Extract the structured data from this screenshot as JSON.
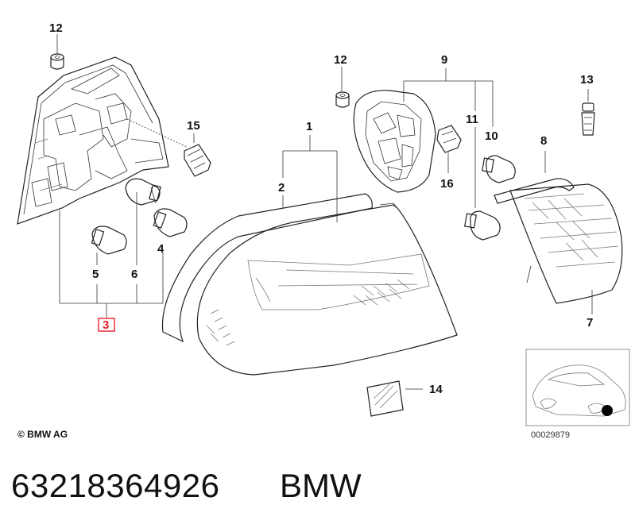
{
  "labels": {
    "p1": "1",
    "p2": "2",
    "p3": "3",
    "p4": "4",
    "p5": "5",
    "p6": "6",
    "p7": "7",
    "p8": "8",
    "p9": "9",
    "p10": "10",
    "p11": "11",
    "p12a": "12",
    "p12b": "12",
    "p13": "13",
    "p14": "14",
    "p15": "15",
    "p16": "16"
  },
  "highlighted_part": "3",
  "highlight_color": "#e8202a",
  "copyright": "© BMW AG",
  "diagram_id": "00029879",
  "footer": {
    "part_number": "63218364926",
    "brand": "BMW"
  }
}
